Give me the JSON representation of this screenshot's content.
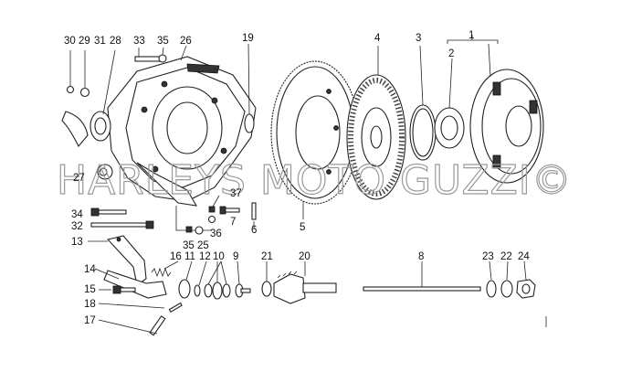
{
  "watermark": "HARLEYS MOTO GUZZI©",
  "callouts": {
    "c1": "1",
    "c2": "2",
    "c3": "3",
    "c4": "4",
    "c5": "5",
    "c6": "6",
    "c7": "7",
    "c8": "8",
    "c9": "9",
    "c10": "10",
    "c11": "11",
    "c12": "12",
    "c13": "13",
    "c14": "14",
    "c15": "15",
    "c16": "16",
    "c17": "17",
    "c18": "18",
    "c19": "19",
    "c20": "20",
    "c21": "21",
    "c22": "22",
    "c23": "23",
    "c24": "24",
    "c25": "25",
    "c26": "26",
    "c27": "27",
    "c28": "28",
    "c29": "29",
    "c30": "30",
    "c31": "31",
    "c32": "32",
    "c33": "33",
    "c34": "34",
    "c35a": "35",
    "c35b": "35",
    "c36": "36",
    "c37": "37"
  }
}
